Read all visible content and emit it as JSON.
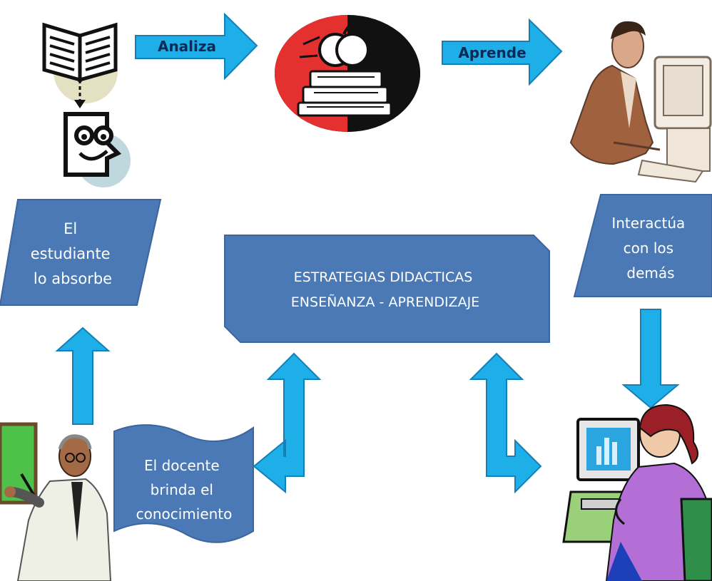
{
  "arrows": {
    "analiza": "Analiza",
    "aprende": "Aprende"
  },
  "boxes": {
    "estudiante": [
      "El",
      "estudiante",
      "lo absorbe"
    ],
    "centro": [
      "ESTRATEGIAS DIDACTICAS",
      "ENSEÑANZA  -  APRENDIZAJE"
    ],
    "interactua": [
      "Interactúa",
      "con los",
      "demás"
    ],
    "docente": [
      "El docente",
      "brinda el",
      "conocimiento"
    ]
  },
  "colors": {
    "box_fill": "#4a79b5",
    "box_stroke": "#3a659f",
    "arrow_fill": "#1eaee8",
    "arrow_stroke": "#1380b8"
  },
  "icons": [
    "open-book-icon",
    "thinking-face-icon",
    "apple-books-icon",
    "man-at-computer-icon",
    "woman-at-computer-icon",
    "teacher-pointing-icon"
  ]
}
